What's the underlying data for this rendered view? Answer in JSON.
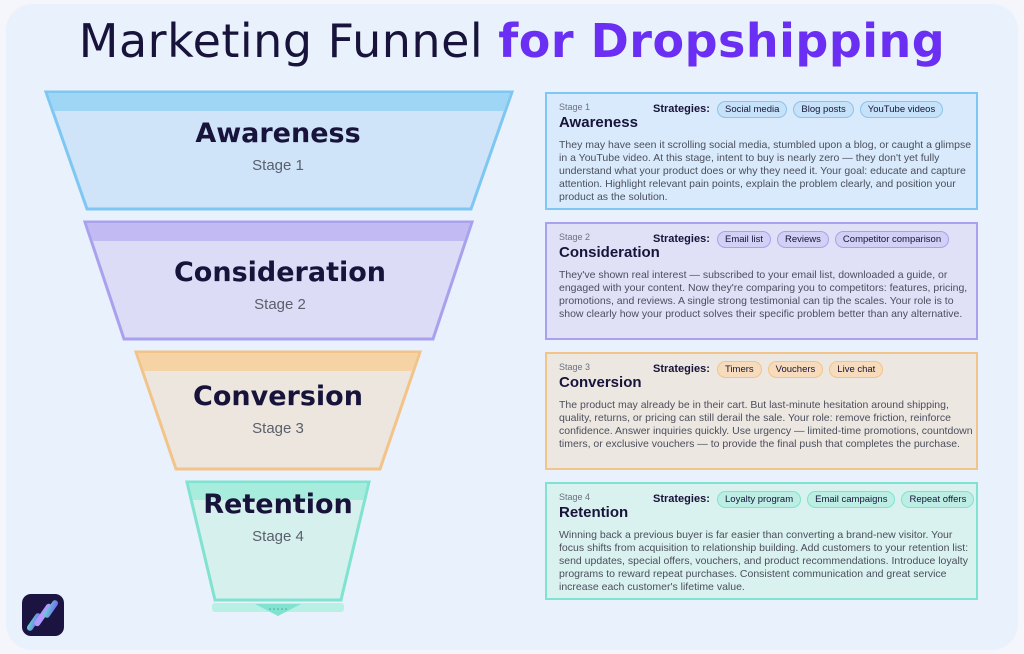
{
  "title": {
    "main": "Marketing Funnel ",
    "accent": "for Dropshipping"
  },
  "strategies_label": "Strategies:",
  "stages": [
    {
      "name": "Awareness",
      "stage": "Stage 1",
      "color_fill": "#cfe4f8",
      "color_border": "#7ec7f2",
      "chips": [
        "Social media",
        "Blog posts",
        "YouTube videos"
      ],
      "description": "They may have seen it scrolling social media, stumbled upon a blog, or caught a glimpse in a YouTube video. At this stage, intent to buy is nearly zero — they don't yet fully understand what your product does or why they need it. Your goal: educate and capture attention. Highlight relevant pain points, explain the problem clearly, and position your product as the solution."
    },
    {
      "name": "Consideration",
      "stage": "Stage 2",
      "color_fill": "#dcdcf6",
      "color_border": "#a9a1ee",
      "chips": [
        "Email list",
        "Reviews",
        "Competitor comparison"
      ],
      "description": "They've shown real interest — subscribed to your email list, downloaded a guide, or engaged with your content. Now they're comparing you to competitors: features, pricing, promotions, and reviews. A single strong testimonial can tip the scales. Your role is to show clearly how your product solves their specific problem better than any alternative."
    },
    {
      "name": "Conversion",
      "stage": "Stage 3",
      "color_fill": "#ece6df",
      "color_border": "#f2c48a",
      "chips": [
        "Timers",
        "Vouchers",
        "Live chat"
      ],
      "description": "The product may already be in their cart. But last-minute hesitation around shipping, quality, returns, or pricing can still derail the sale. Your role: remove friction, reinforce confidence. Answer inquiries quickly. Use urgency — limited-time promotions, countdown timers, or exclusive vouchers — to provide the final push that completes the purchase."
    },
    {
      "name": "Retention",
      "stage": "Stage 4",
      "color_fill": "#d6f0ee",
      "color_border": "#7fe3d0",
      "chips": [
        "Loyalty program",
        "Email campaigns",
        "Repeat offers"
      ],
      "description": "Winning back a previous buyer is far easier than converting a brand-new visitor. Your focus shifts from acquisition to relationship building. Add customers to your retention list: send updates, special offers, vouchers, and product recommendations. Introduce loyalty programs to reward repeat purchases. Consistent communication and great service increase each customer's lifetime value."
    }
  ],
  "logo": {
    "icon": "brand-slash-logo"
  }
}
